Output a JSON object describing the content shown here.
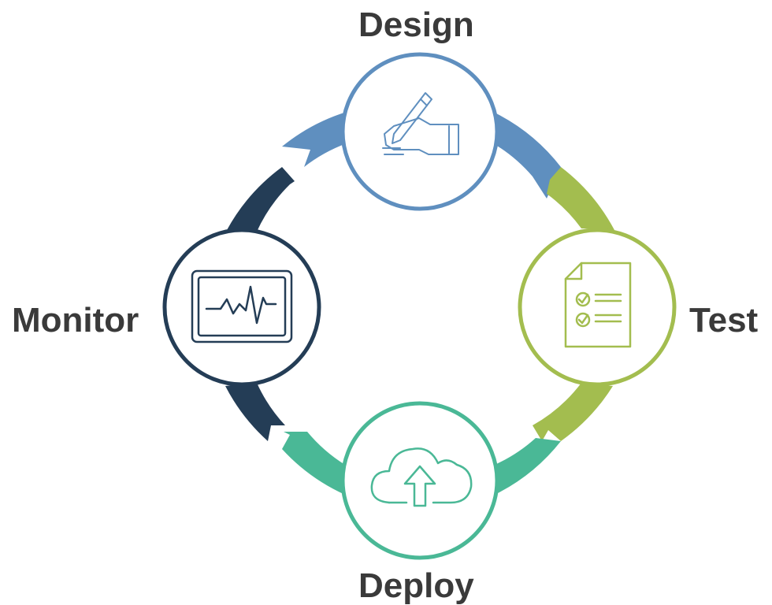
{
  "stages": [
    {
      "key": "design",
      "label": "Design",
      "icon": "pencil-hand-icon",
      "color": "#5f8fbf"
    },
    {
      "key": "test",
      "label": "Test",
      "icon": "checklist-document-icon",
      "color": "#a3bd4f"
    },
    {
      "key": "deploy",
      "label": "Deploy",
      "icon": "cloud-upload-icon",
      "color": "#4ab896"
    },
    {
      "key": "monitor",
      "label": "Monitor",
      "icon": "monitor-pulse-icon",
      "color": "#243d56"
    }
  ]
}
